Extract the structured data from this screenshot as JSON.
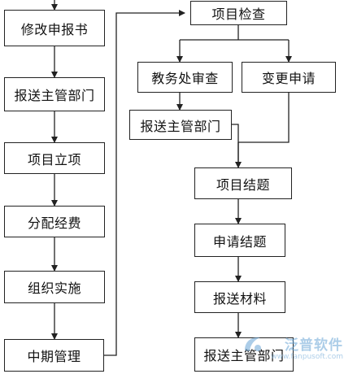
{
  "nodes": {
    "modify_report": "修改申报书",
    "submit_dept_1": "报送主管部门",
    "project_setup": "项目立项",
    "allocate_funds": "分配经费",
    "organize_implement": "组织实施",
    "midterm_manage": "中期管理",
    "project_check": "项目检查",
    "academic_review": "教务处审查",
    "change_request": "变更申请",
    "submit_dept_2": "报送主管部门",
    "project_close": "项目结题",
    "apply_close": "申请结题",
    "submit_materials": "报送材料",
    "submit_dept_3": "报送主管部门"
  },
  "watermark": {
    "brand": "泛普软件",
    "url": "www.fanpusoft.com"
  },
  "colors": {
    "line": "#222222",
    "watermark": "#6aa6d6"
  }
}
